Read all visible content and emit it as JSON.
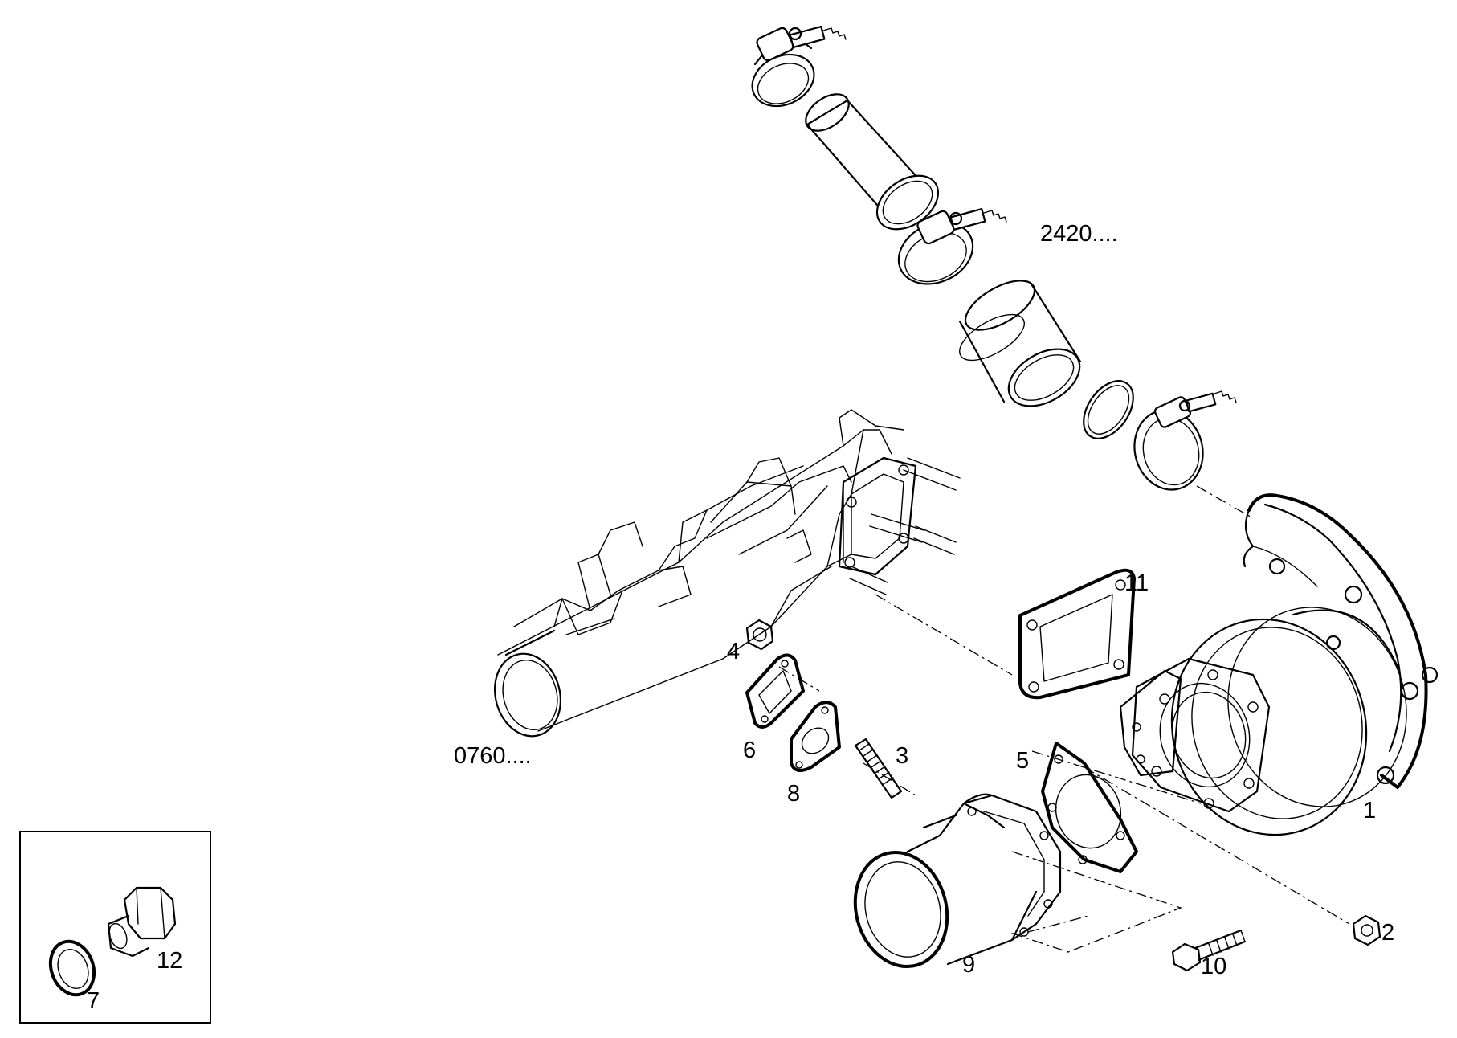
{
  "references": {
    "top": "2420....",
    "left": "0760...."
  },
  "callouts": {
    "c1": "1",
    "c2": "2",
    "c3": "3",
    "c4": "4",
    "c5": "5",
    "c6": "6",
    "c7": "7",
    "c8": "8",
    "c9": "9",
    "c10": "10",
    "c11": "11",
    "c12": "12"
  }
}
